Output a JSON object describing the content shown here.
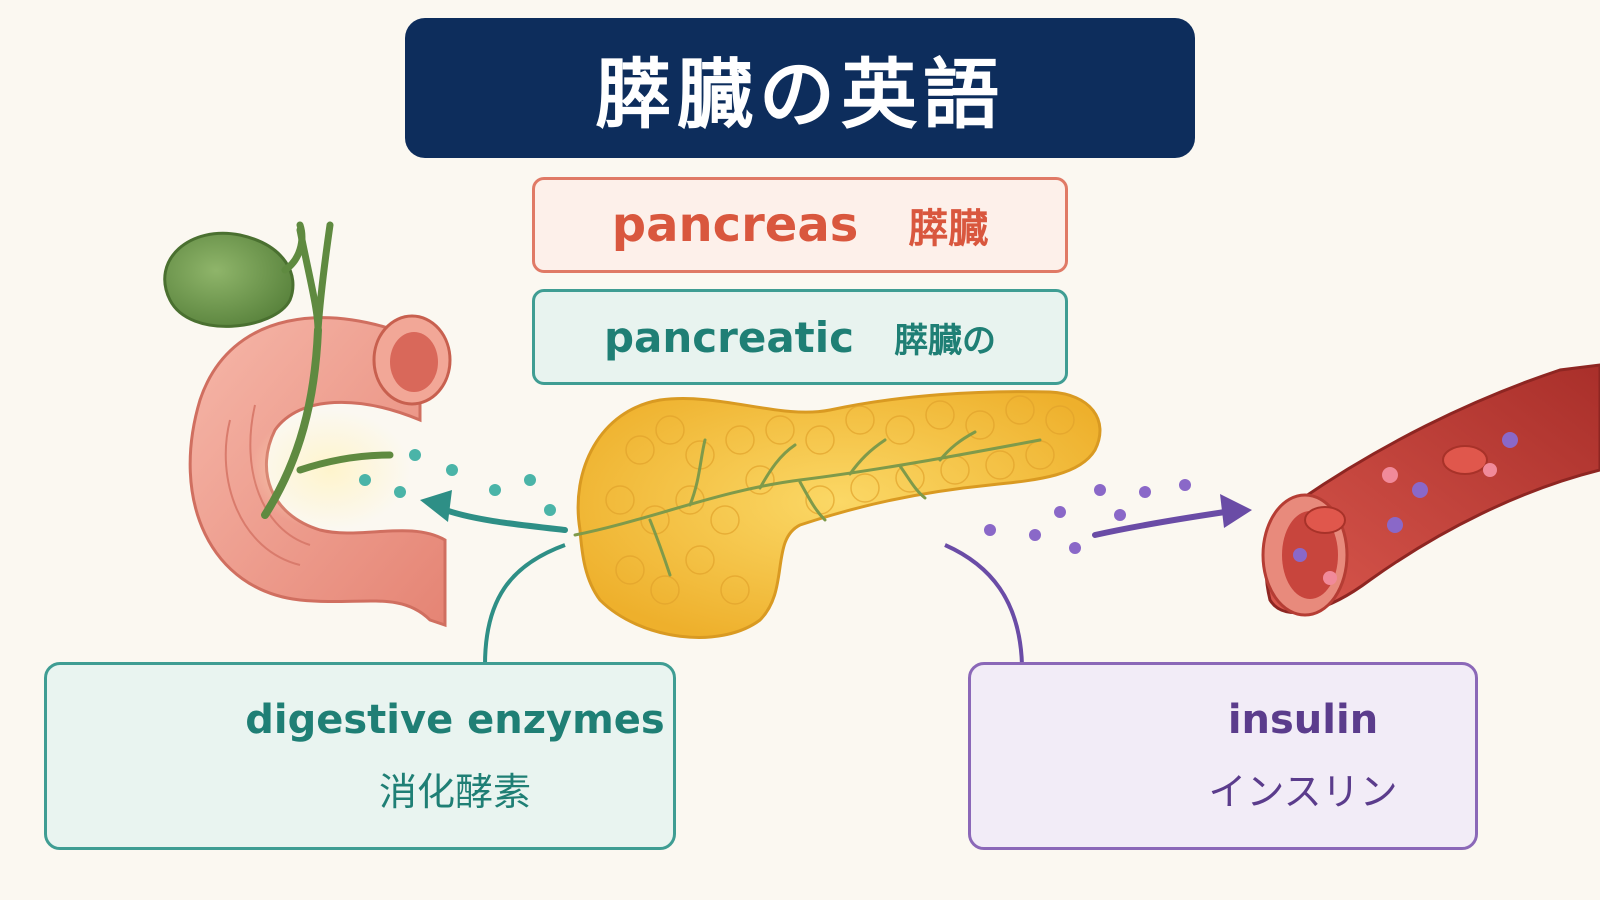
{
  "title": "膵臓の英語",
  "terms": {
    "pancreas": {
      "en": "pancreas",
      "ja": "膵臓"
    },
    "pancreatic": {
      "en": "pancreatic",
      "ja": "膵臓の"
    }
  },
  "boxes": {
    "enzymes": {
      "en": "digestive enzymes",
      "ja": "消化酵素"
    },
    "insulin": {
      "en": "insulin",
      "ja": "インスリン"
    }
  },
  "colors": {
    "title_bg": "#0d2d5c",
    "pancreas_term": "#d9573e",
    "pancreatic_term": "#1f7f75",
    "enzyme_teal": "#3f9d93",
    "insulin_purple": "#8b68b8",
    "pancreas_yellow": "#f6c544",
    "duodenum_pink": "#ef9a8c",
    "gallbladder_green": "#6f9a4e",
    "vessel_red": "#c8453d"
  },
  "icons": [
    "enzyme-dots-icon",
    "cell-icon",
    "gallbladder-illustration",
    "duodenum-illustration",
    "pancreas-illustration",
    "blood-vessel-illustration"
  ]
}
